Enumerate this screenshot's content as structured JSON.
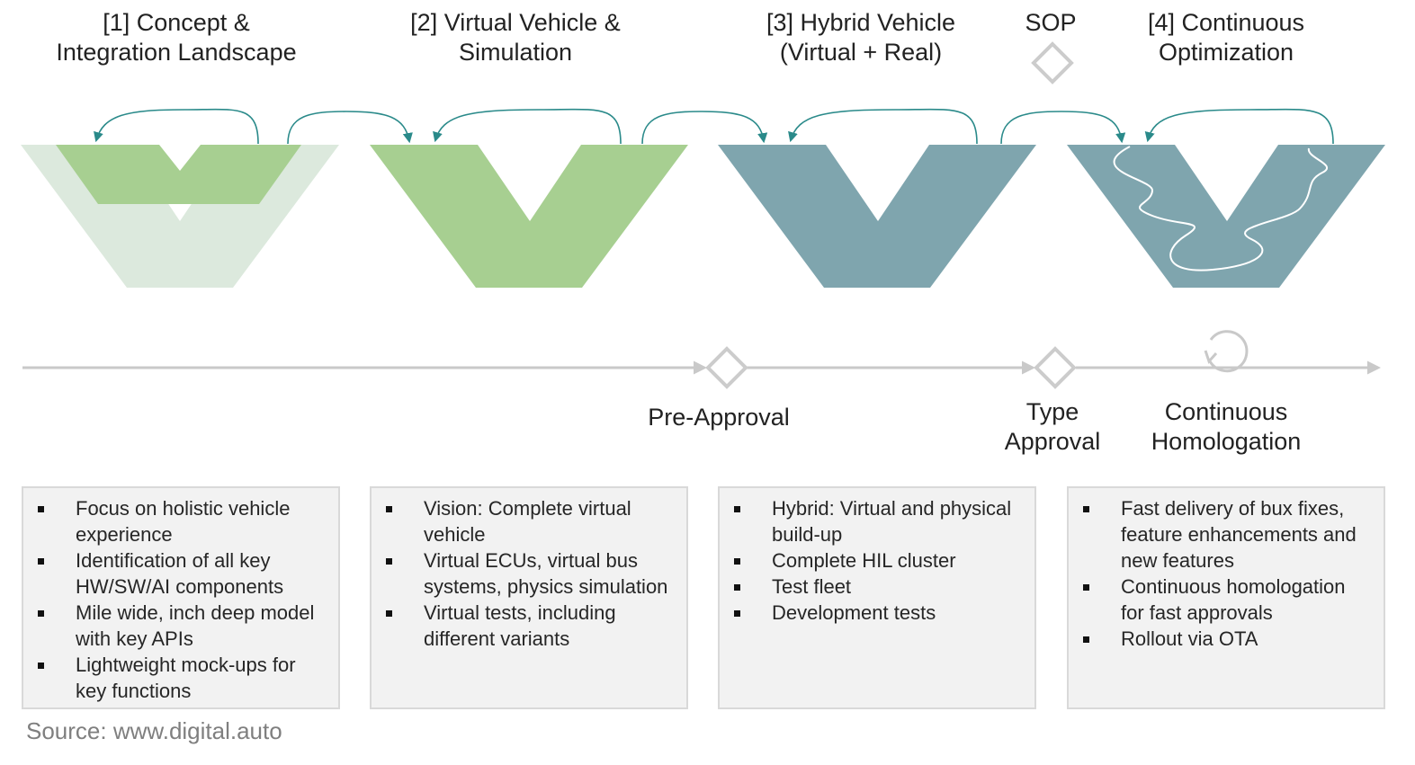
{
  "phases": [
    {
      "title": "[1] Concept &\nIntegration Landscape",
      "bullets": [
        "Focus on holistic vehicle experience",
        "Identification of all key HW/SW/AI components",
        "Mile wide, inch deep model with key APIs",
        "Lightweight mock-ups for key functions"
      ]
    },
    {
      "title": "[2] Virtual Vehicle &\nSimulation",
      "bullets": [
        "Vision: Complete virtual vehicle",
        "Virtual ECUs, virtual bus systems, physics simulation",
        "Virtual tests, including different variants"
      ]
    },
    {
      "title": "[3] Hybrid Vehicle\n(Virtual + Real)",
      "bullets": [
        "Hybrid: Virtual and physical build-up",
        "Complete HIL cluster",
        "Test fleet",
        "Development tests"
      ]
    },
    {
      "title": "[4] Continuous\nOptimization",
      "bullets": [
        "Fast delivery of bux fixes, feature enhancements and new features",
        "Continuous homologation for fast approvals",
        "Rollout via OTA"
      ]
    }
  ],
  "sop": "SOP",
  "milestones": {
    "pre_approval": "Pre-Approval",
    "type_approval": "Type\nApproval",
    "continuous_homologation": "Continuous\nHomologation"
  },
  "source": "Source: www.digital.auto",
  "colors": {
    "light_green": "#dce9dd",
    "green": "#a7cf91",
    "teal": "#7fa5ae",
    "arrow": "#2a8a8a",
    "timeline": "#c9c9c9"
  }
}
